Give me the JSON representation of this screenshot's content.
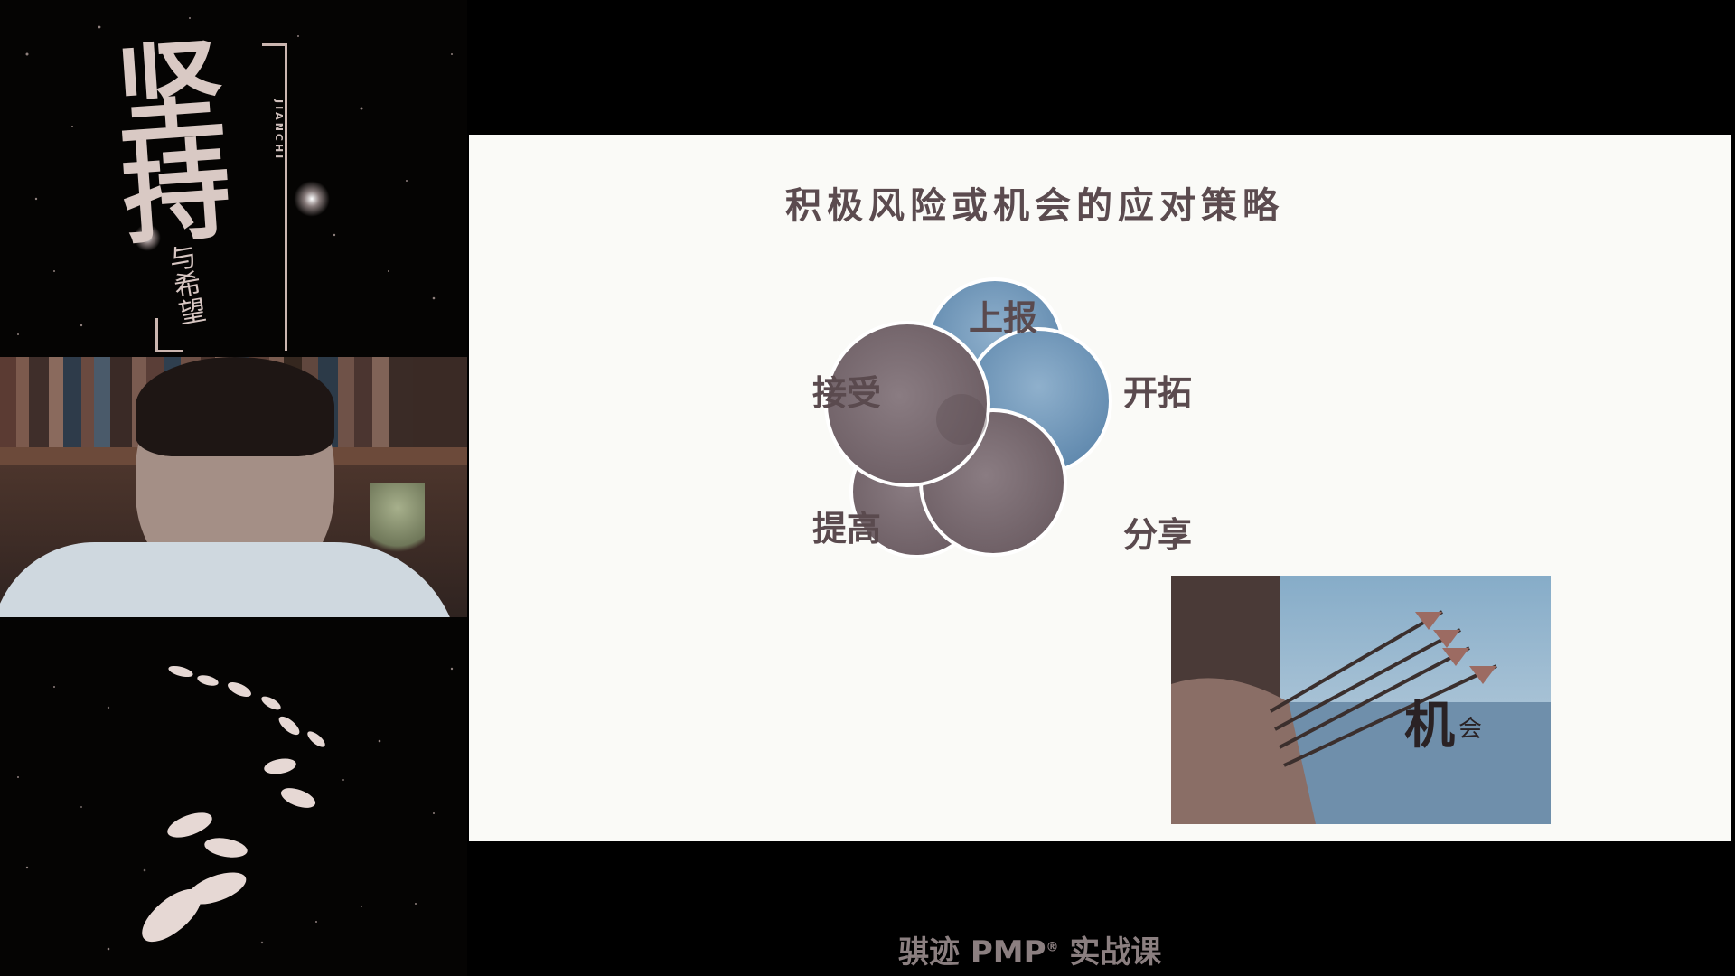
{
  "poster": {
    "title": "坚持",
    "pinyin": "JIANCHI",
    "subtitle": "与希望"
  },
  "slide": {
    "title": "积极风险或机会的应对策略",
    "strategies": {
      "top": "上报",
      "left_upper": "接受",
      "right_upper": "开拓",
      "left_lower": "提高",
      "right_lower": "分享"
    },
    "photo_text": {
      "main": "机",
      "small": "会"
    },
    "colors": {
      "circle_fill": "#7a6a70",
      "circle_blue": "#6f95b8",
      "circle_stroke": "#ffffff",
      "title_text": "#5b4b4f"
    }
  },
  "caption": {
    "brand": "骐迹 PMP",
    "registered": "®",
    "course": "实战课"
  }
}
